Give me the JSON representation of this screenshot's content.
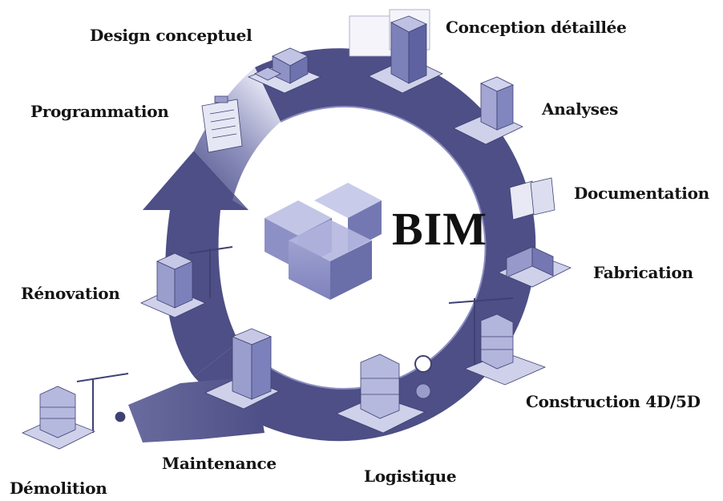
{
  "center": {
    "title": "BIM"
  },
  "stages": [
    {
      "id": "design-conceptuel",
      "label": "Design conceptuel"
    },
    {
      "id": "conception-detaillee",
      "label": "Conception détaillée"
    },
    {
      "id": "analyses",
      "label": "Analyses"
    },
    {
      "id": "documentation",
      "label": "Documentation"
    },
    {
      "id": "fabrication",
      "label": "Fabrication"
    },
    {
      "id": "construction",
      "label": "Construction 4D/5D"
    },
    {
      "id": "logistique",
      "label": "Logistique"
    },
    {
      "id": "maintenance",
      "label": "Maintenance"
    },
    {
      "id": "demolition",
      "label": "Démolition"
    },
    {
      "id": "renovation",
      "label": "Rénovation"
    },
    {
      "id": "programmation",
      "label": "Programmation"
    }
  ],
  "colors": {
    "ring": "#4d4f86",
    "ring_light": "#d4d6ec",
    "cube_top": "#c3c5e6",
    "cube_left": "#8d90c4",
    "cube_right": "#6e72ad"
  }
}
